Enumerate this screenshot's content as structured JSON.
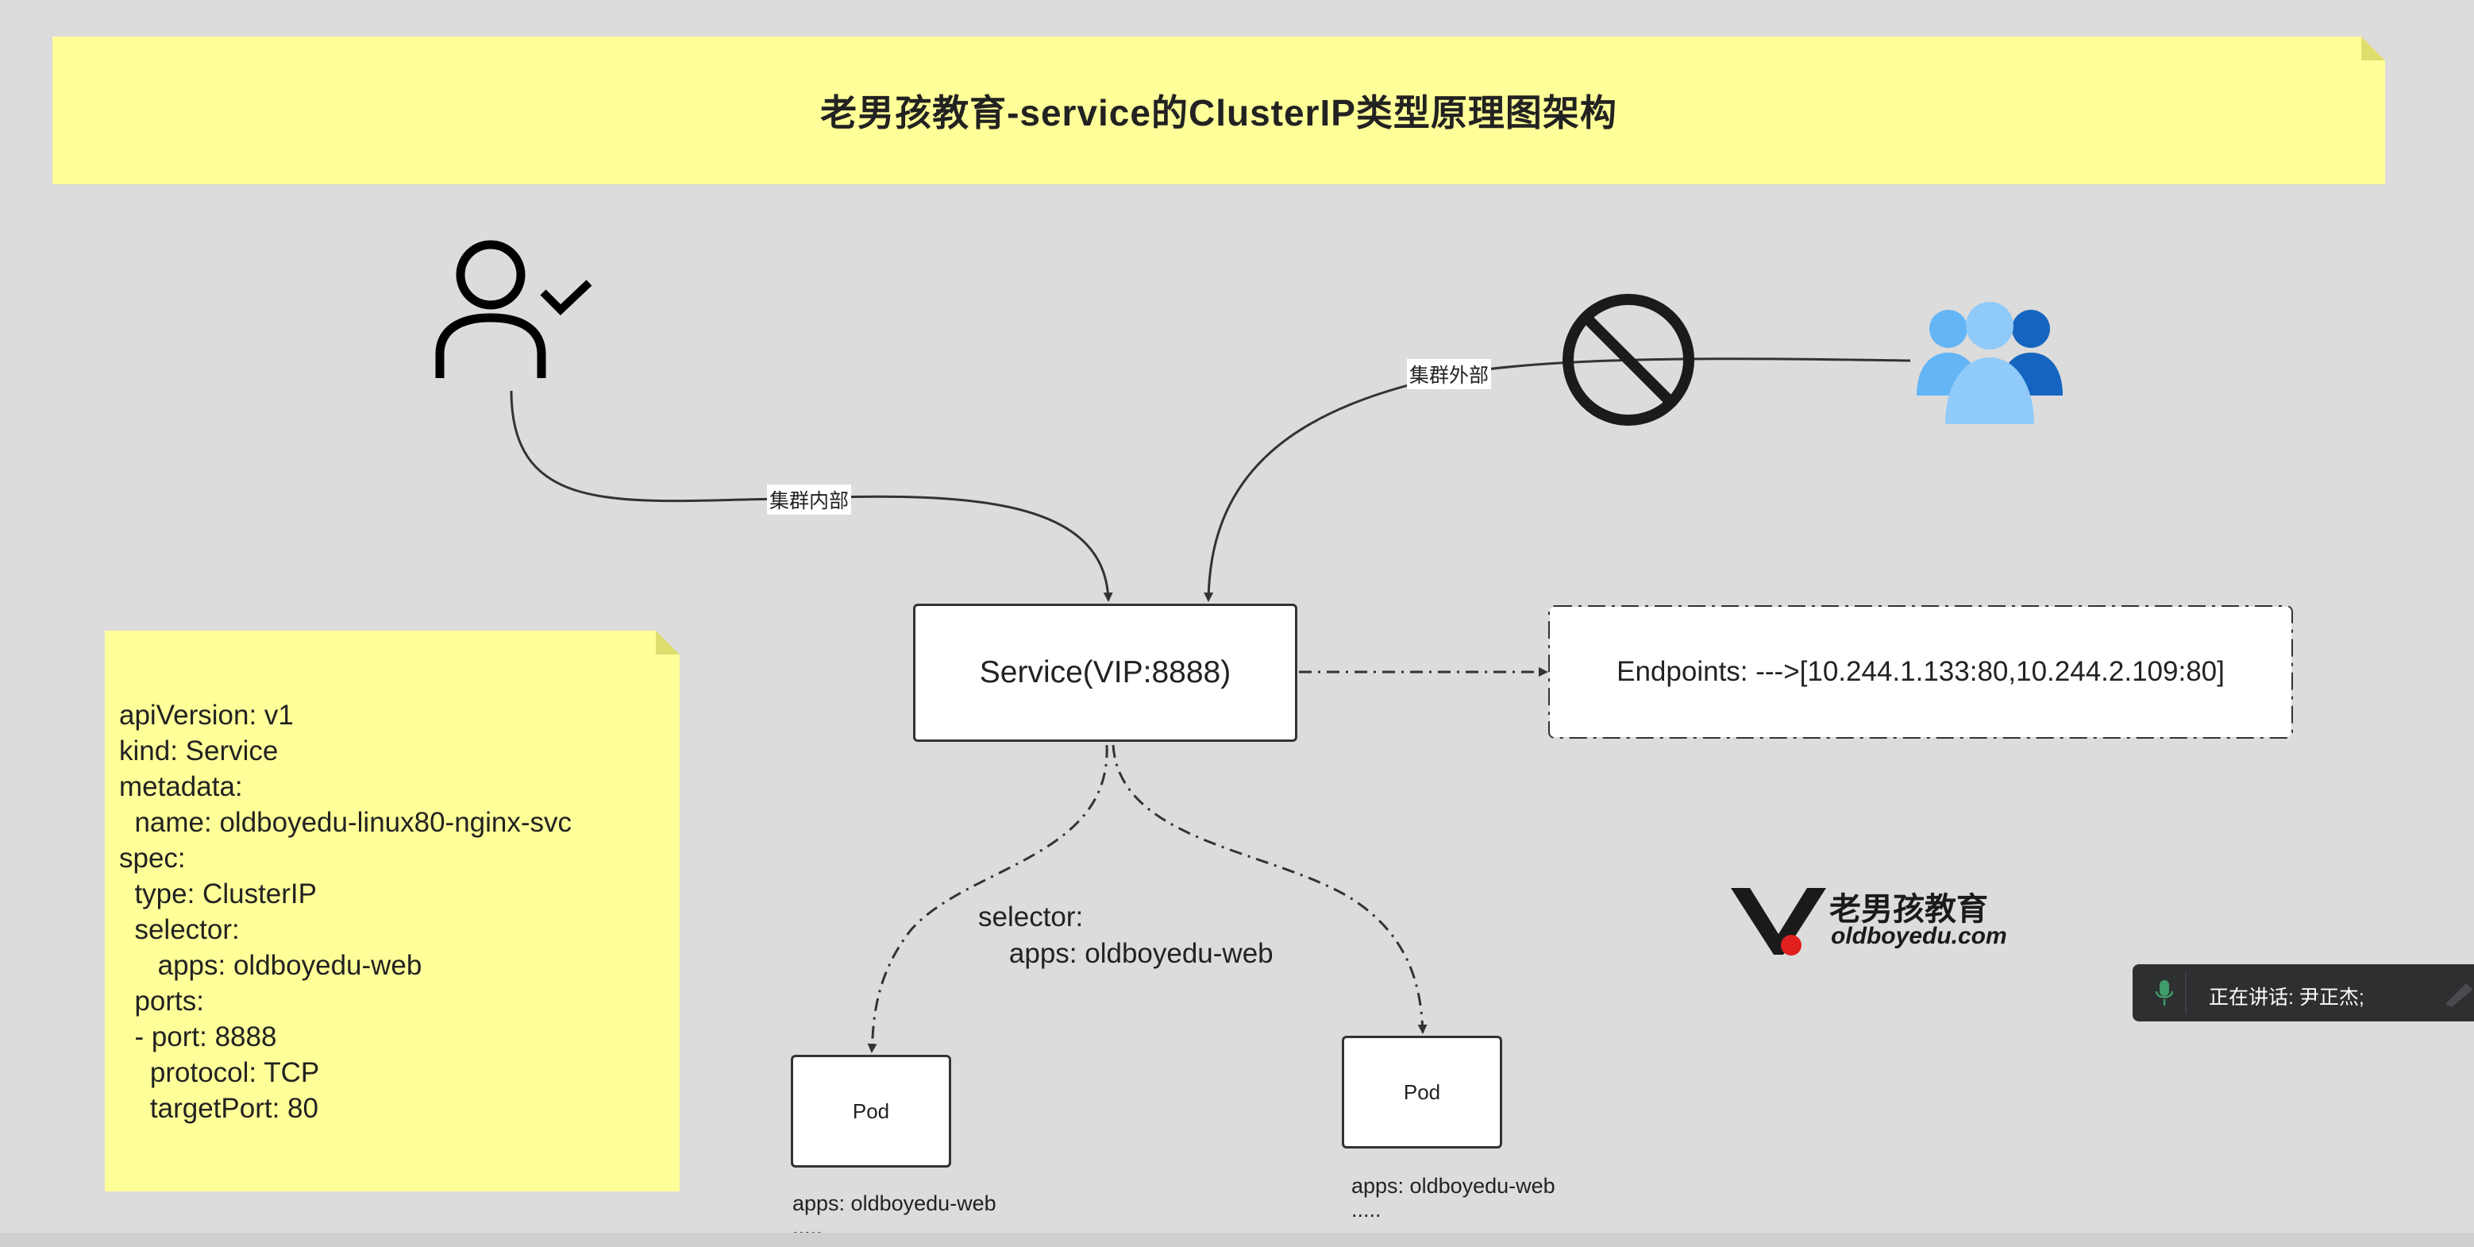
{
  "title": "老男孩教育-service的ClusterIP类型原理图架构",
  "yaml_lines": [
    "apiVersion: v1",
    "kind: Service",
    "metadata:",
    "  name: oldboyedu-linux80-nginx-svc",
    "spec:",
    "  type: ClusterIP",
    "  selector:",
    "     apps: oldboyedu-web",
    "  ports:",
    "  - port: 8888",
    "    protocol: TCP",
    "    targetPort: 80"
  ],
  "nodes": {
    "service": "Service(VIP:8888)",
    "endpoints": "Endpoints: --->[10.244.1.133:80,10.244.2.109:80]",
    "pod1": "Pod",
    "pod2": "Pod"
  },
  "edge_labels": {
    "internal": "集群内部",
    "external": "集群外部"
  },
  "selector_text": [
    "selector:",
    "    apps: oldboyedu-web"
  ],
  "pod1_caption": [
    "apps: oldboyedu-web",
    "....."
  ],
  "pod2_caption": [
    "apps: oldboyedu-web",
    "....."
  ],
  "logo": {
    "title": "老男孩教育",
    "domain": "oldboyedu.com"
  },
  "speaking": {
    "text": "正在讲话: 尹正杰;"
  },
  "icons": {
    "internal_user": "user-check-icon",
    "blocked": "prohibit-icon",
    "external_users": "user-group-icon",
    "mic": "microphone-icon",
    "pen": "pen-icon"
  },
  "colors": {
    "background": "#dcdcdc",
    "note": "#ffff99",
    "group_icon_light": "#90caf9",
    "group_icon_dark": "#1565c0",
    "logo_red": "#e0201e",
    "speaking_bar": "#2e2f31"
  }
}
